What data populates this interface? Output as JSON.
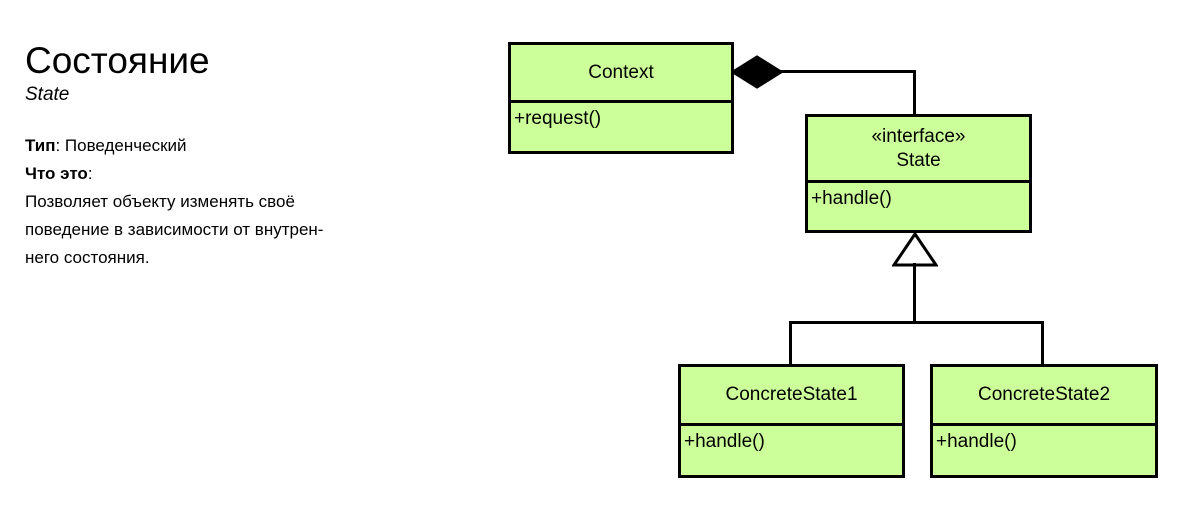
{
  "pattern": {
    "title": "Состояние",
    "subtitle": "State",
    "type_label": "Тип",
    "type_value": ": Поведенческий",
    "what_label": "Что это",
    "what_value": ":",
    "description_lines": [
      "Позволяет объекту изменять своё",
      "поведение в зависимости от внутрен-",
      "него состояния."
    ]
  },
  "diagram": {
    "fill_color": "#CCFF99",
    "stroke_color": "#000000",
    "classes": {
      "context": {
        "name": "Context",
        "members": [
          "+request()"
        ]
      },
      "state": {
        "stereotype": "«interface»",
        "name": "State",
        "members": [
          "+handle()"
        ]
      },
      "concrete_state_1": {
        "name": "ConcreteState1",
        "members": [
          "+handle()"
        ]
      },
      "concrete_state_2": {
        "name": "ConcreteState2",
        "members": [
          "+handle()"
        ]
      }
    },
    "relations": {
      "composition": "Context composition State",
      "generalization_1": "ConcreteState1 generalizes State",
      "generalization_2": "ConcreteState2 generalizes State"
    }
  }
}
